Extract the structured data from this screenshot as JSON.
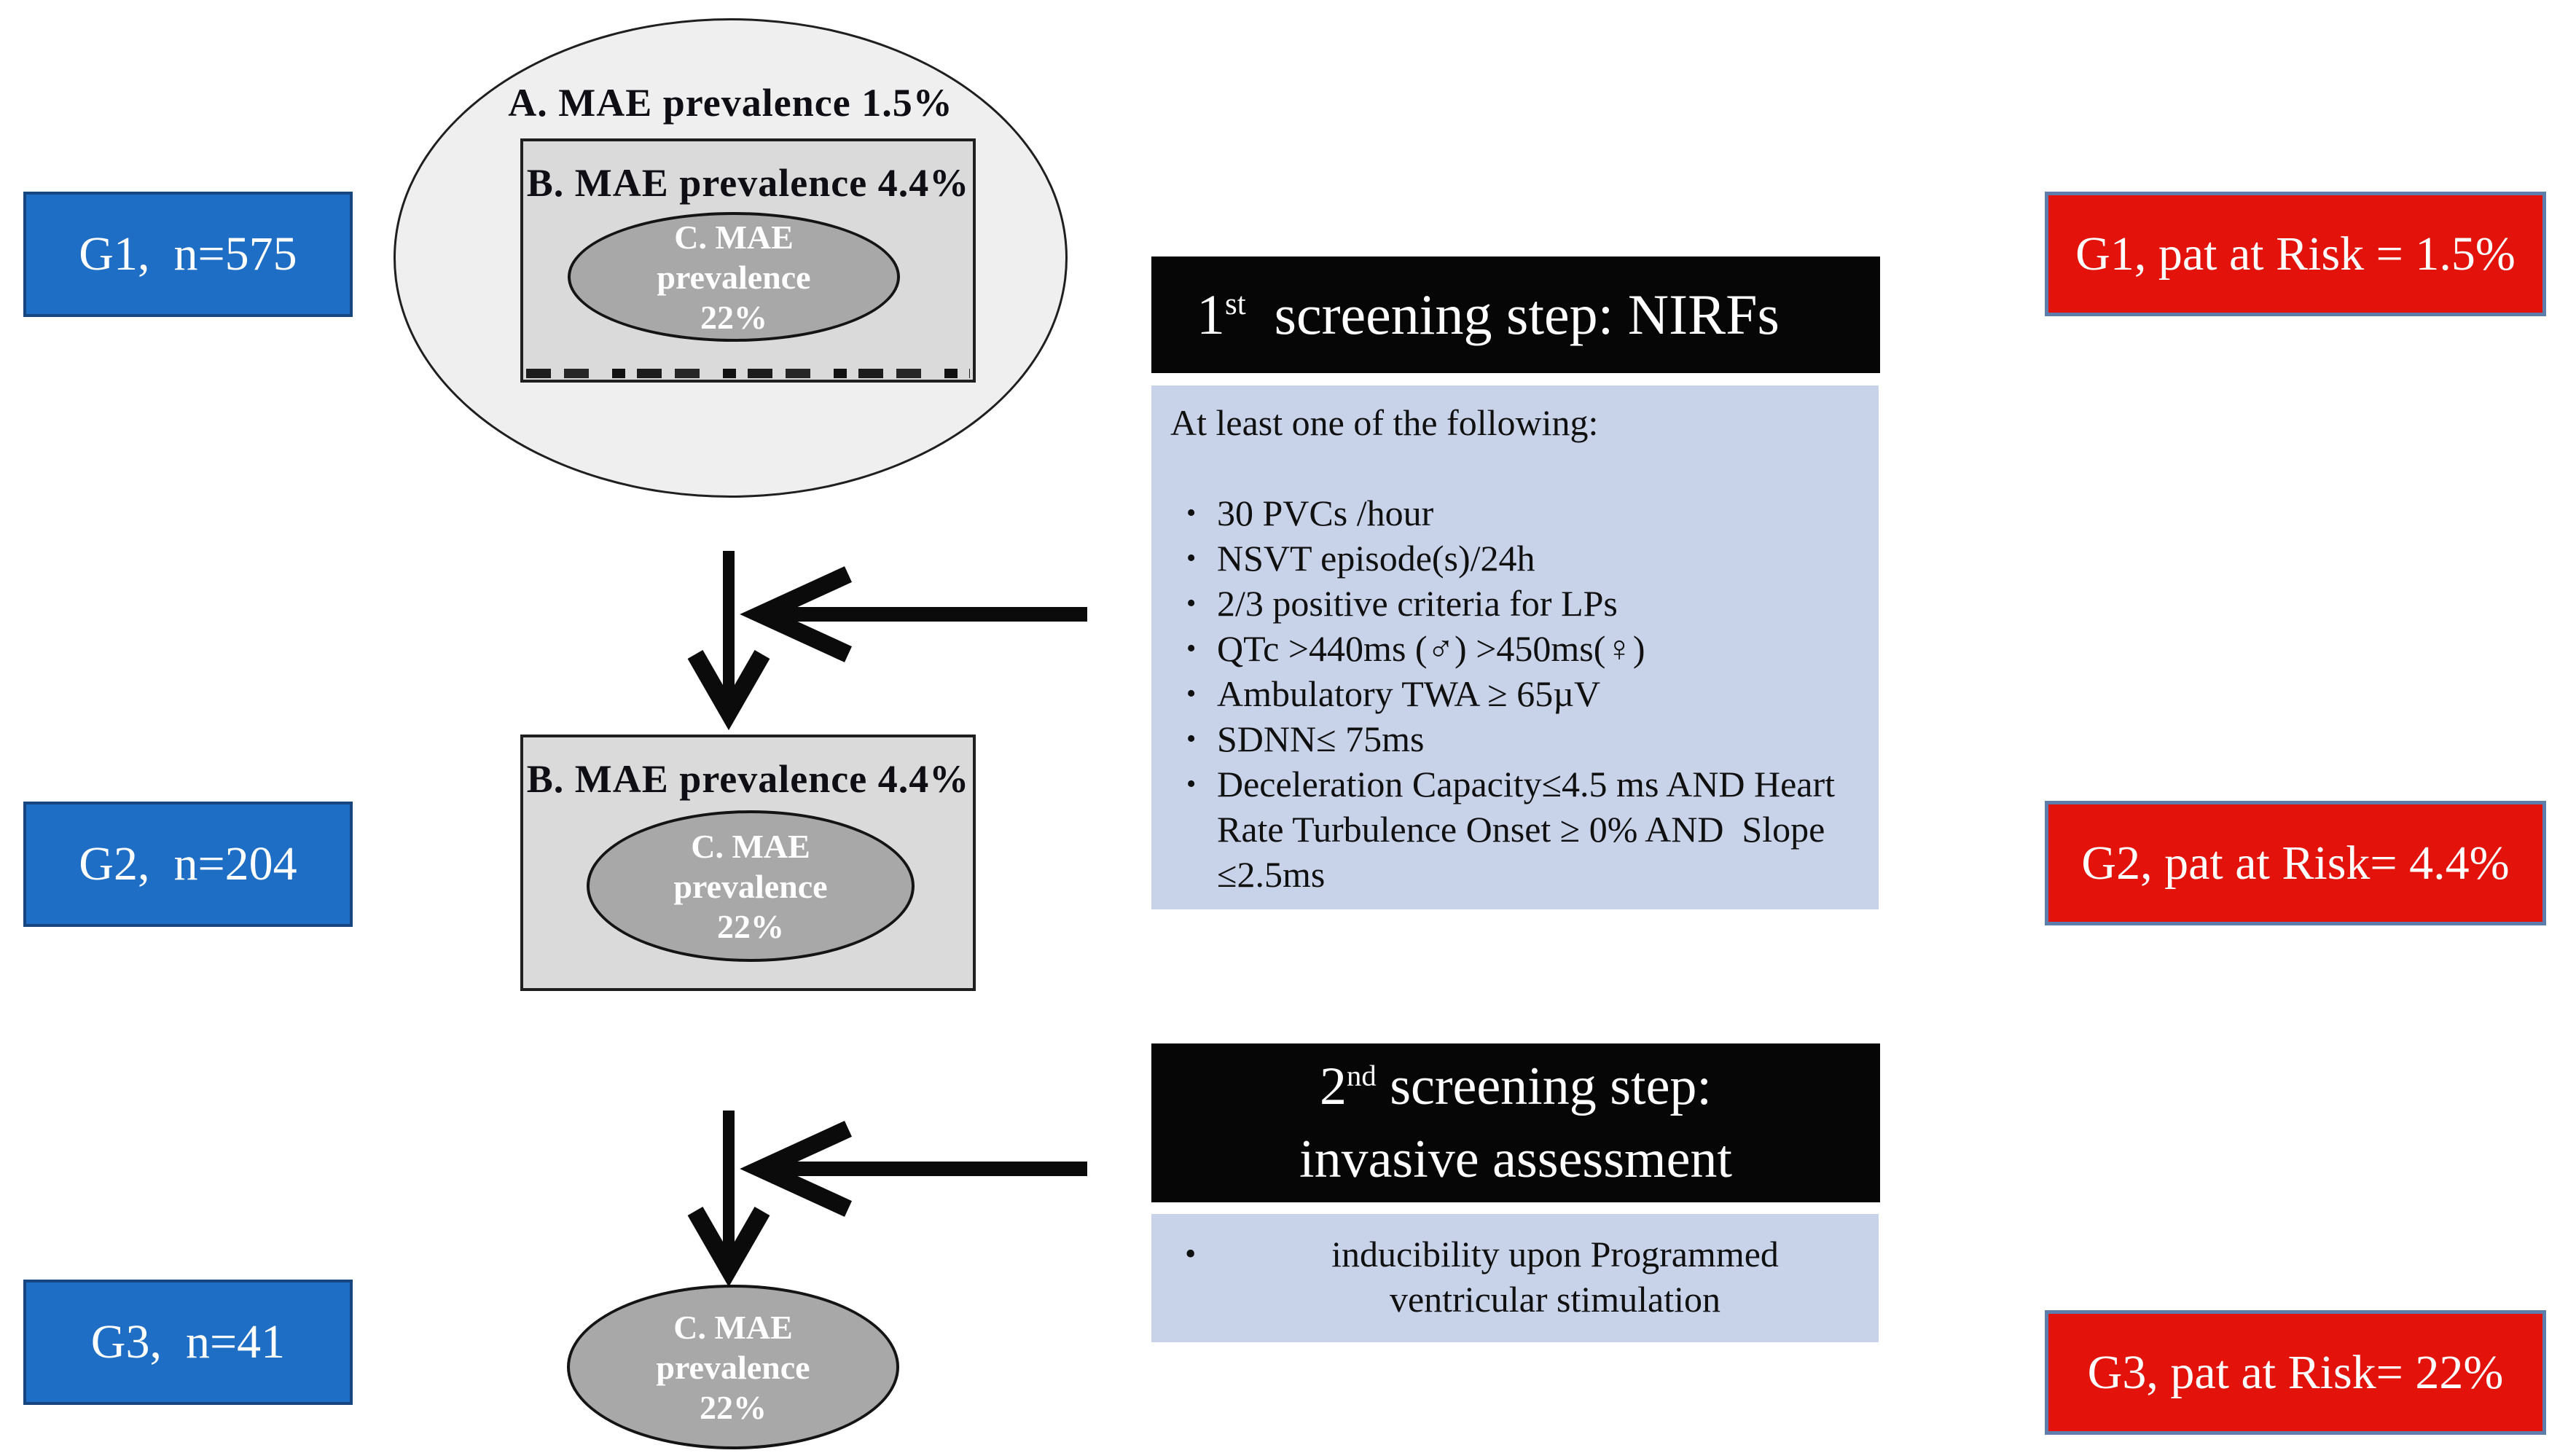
{
  "palette": {
    "blue_box": "#1e6ec6",
    "blue_box_border": "#17457f",
    "red_box": "#e3120b",
    "red_box_border": "#5d7dab",
    "black_box": "#060606",
    "list_box": "#c8d2e9",
    "ellipse_a_fill": "#f0efef",
    "rect_b_fill": "#dbdada",
    "ellipse_c_fill": "#a9a8a8"
  },
  "venn": {
    "a_label": "A. MAE prevalence 1.5%",
    "b_label": "B. MAE prevalence 4.4%",
    "c_line1": "C. MAE",
    "c_line2": "prevalence",
    "c_line3": "22%"
  },
  "groups": {
    "g1": {
      "count": "G1,  n=575",
      "risk": "G1, pat at Risk = 1.5%"
    },
    "g2": {
      "count": "G2,  n=204",
      "risk": "G2, pat at Risk= 4.4%"
    },
    "g3": {
      "count": "G3,  n=41",
      "risk": "G3, pat at Risk= 22%"
    }
  },
  "step1": {
    "number": "1",
    "ordinal": "st",
    "rest": "  screening step: NIRFs",
    "intro": "At least one of the following:",
    "bullet": "•",
    "items": [
      "30 PVCs /hour",
      "NSVT episode(s)/24h",
      "2/3 positive criteria for LPs",
      "QTc >440ms (♂) >450ms(♀)",
      "Ambulatory TWA ≥ 65µV",
      "SDNN≤ 75ms",
      "Deceleration Capacity≤4.5 ms AND Heart Rate Turbulence Onset ≥ 0% AND  Slope ≤2.5ms"
    ]
  },
  "step2": {
    "number": "2",
    "ordinal": "nd",
    "rest": " screening step:",
    "line2": "invasive assessment",
    "bullet": "•",
    "items": [
      "inducibility upon Programmed ventricular stimulation"
    ]
  }
}
